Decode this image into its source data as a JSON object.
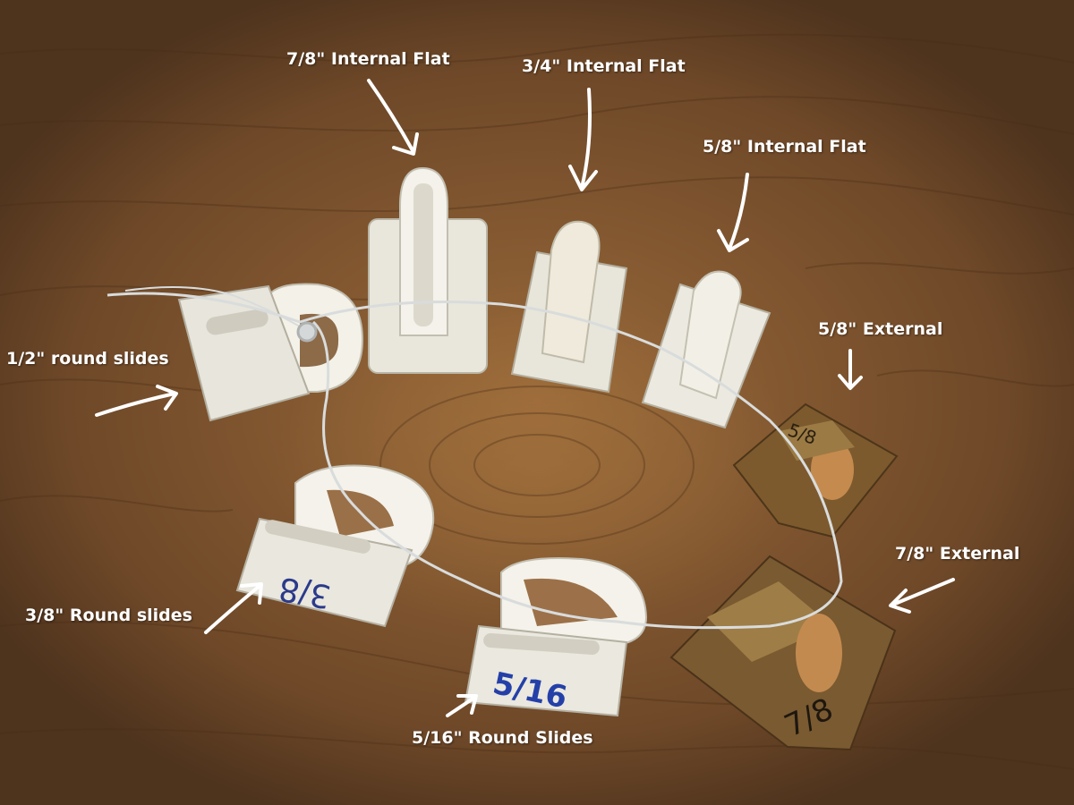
{
  "image": {
    "subject": "sail slides and slugs on a cord",
    "background_color": "#8a5a32",
    "label_color": "#ffffff"
  },
  "labels": {
    "int_78": "7/8\" Internal Flat",
    "int_34": "3/4\" Internal Flat",
    "int_58": "5/8\" Internal Flat",
    "ext_58": "5/8\" External",
    "ext_78": "7/8\" External",
    "round_12": "1/2\" round slides",
    "round_38": "3/8\" Round slides",
    "round_516": "5/16\" Round Slides"
  },
  "handwriting": {
    "slide_38": "3/8",
    "slide_516": "5/16",
    "ext_78": "7/8",
    "ext_58": "5/8"
  }
}
